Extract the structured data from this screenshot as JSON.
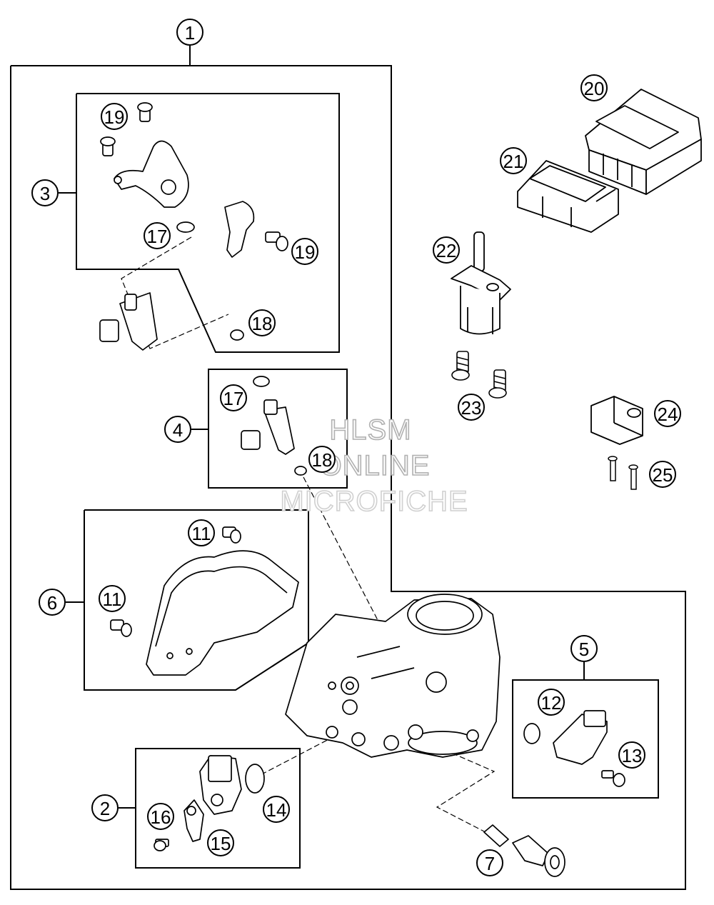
{
  "watermark": {
    "line1": "HLSM",
    "line2": "ONLINE",
    "line3": "MICROFICHE"
  },
  "callouts": [
    {
      "id": "c1",
      "label": "1"
    },
    {
      "id": "c2",
      "label": "2"
    },
    {
      "id": "c3",
      "label": "3"
    },
    {
      "id": "c4",
      "label": "4"
    },
    {
      "id": "c5",
      "label": "5"
    },
    {
      "id": "c6",
      "label": "6"
    },
    {
      "id": "c7",
      "label": "7"
    },
    {
      "id": "c11a",
      "label": "11"
    },
    {
      "id": "c11b",
      "label": "11"
    },
    {
      "id": "c12",
      "label": "12"
    },
    {
      "id": "c13",
      "label": "13"
    },
    {
      "id": "c14",
      "label": "14"
    },
    {
      "id": "c15",
      "label": "15"
    },
    {
      "id": "c16",
      "label": "16"
    },
    {
      "id": "c17a",
      "label": "17"
    },
    {
      "id": "c17b",
      "label": "17"
    },
    {
      "id": "c18a",
      "label": "18"
    },
    {
      "id": "c18b",
      "label": "18"
    },
    {
      "id": "c19a",
      "label": "19"
    },
    {
      "id": "c19b",
      "label": "19"
    },
    {
      "id": "c20",
      "label": "20"
    },
    {
      "id": "c21",
      "label": "21"
    },
    {
      "id": "c22",
      "label": "22"
    },
    {
      "id": "c23",
      "label": "23"
    },
    {
      "id": "c24",
      "label": "24"
    },
    {
      "id": "c25",
      "label": "25"
    }
  ],
  "colors": {
    "line": "#000000",
    "background": "#ffffff",
    "watermark_outline": "#b0b0b0"
  }
}
